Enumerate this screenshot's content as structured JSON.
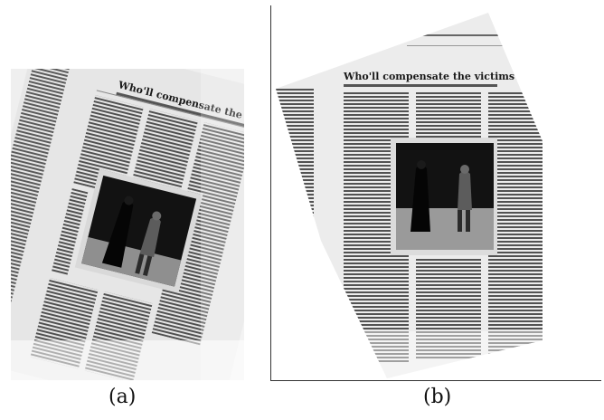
{
  "figure": {
    "panels": [
      {
        "id": "a",
        "caption": "(a)",
        "headline": "Who'll compensate the victims?"
      },
      {
        "id": "b",
        "caption": "(b)",
        "headline": "Who'll compensate the victims?"
      }
    ]
  }
}
